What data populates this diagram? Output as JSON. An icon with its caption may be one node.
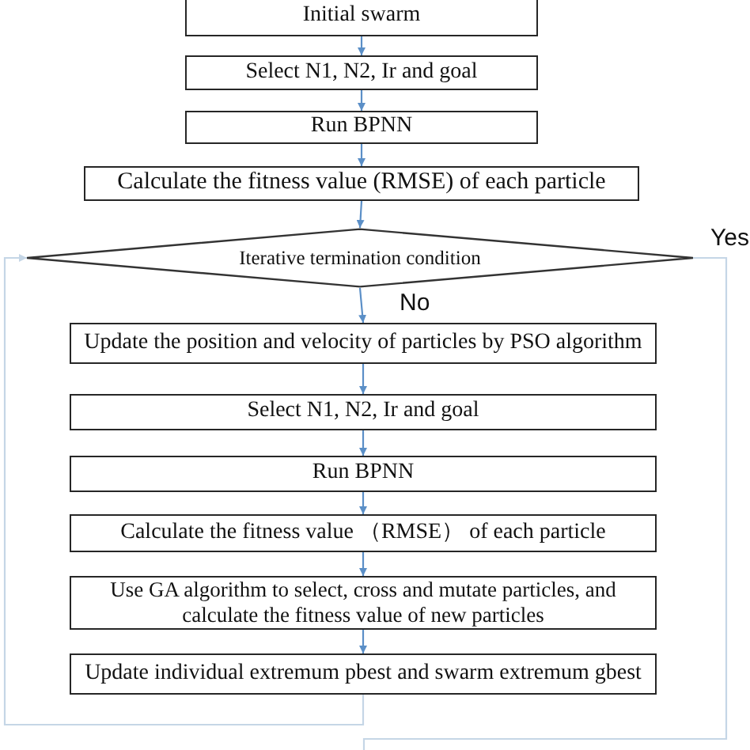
{
  "diagram": {
    "nodes": [
      {
        "text": [
          "Initial swarm"
        ]
      },
      {
        "text": [
          "Select N1, N2, Ir and goal"
        ]
      },
      {
        "text": [
          "Run BPNN"
        ]
      },
      {
        "text": [
          "Calculate the fitness value (RMSE) of each particle"
        ]
      },
      {
        "text": [
          "Iterative termination condition"
        ]
      },
      {
        "text": [
          "Update the position and velocity of particles by PSO algorithm"
        ]
      },
      {
        "text": [
          "Select N1, N2, Ir and goal"
        ]
      },
      {
        "text": [
          "Run BPNN"
        ]
      },
      {
        "text": [
          "Calculate the fitness value （RMSE） of each particle"
        ]
      },
      {
        "text": [
          "Use GA algorithm to select, cross and mutate particles, and calculate the fitness value of new particles"
        ]
      },
      {
        "text": [
          "Update individual extremum pbest and swarm extremum gbest"
        ]
      }
    ],
    "edges": [
      {
        "from": 0,
        "to": 1,
        "arrow": "to"
      },
      {
        "from": 1,
        "to": 2,
        "arrow": "to"
      },
      {
        "from": 2,
        "to": 3,
        "arrow": "to"
      },
      {
        "from": 3,
        "to": 4,
        "arrow": "to"
      },
      {
        "from": 4,
        "to": 5,
        "arrow": "to",
        "label": "No"
      },
      {
        "from": 5,
        "to": 6,
        "arrow": "to"
      },
      {
        "from": 6,
        "to": 7,
        "arrow": "to"
      },
      {
        "from": 7,
        "to": 8,
        "arrow": "to"
      },
      {
        "from": 8,
        "to": 9,
        "arrow": "to"
      },
      {
        "from": 9,
        "to": 10,
        "arrow": "to"
      },
      {
        "from": 10,
        "to": 4,
        "arrow": "to",
        "color": "#c5d6e6"
      },
      {
        "from": 4,
        "to": null,
        "arrow": "none",
        "label": "Yes",
        "color": "#c5d6e6"
      }
    ]
  }
}
